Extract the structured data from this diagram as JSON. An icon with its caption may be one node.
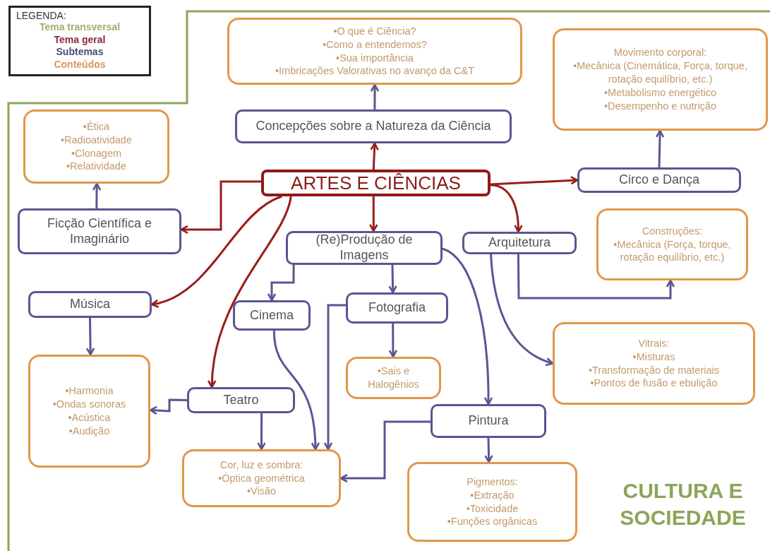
{
  "diagram": {
    "nodes": [
      {
        "text": [
          "•O que é Ciência?",
          "•Como a entendemos?",
          "•Sua importância",
          "•Imbricações Valorativas no avanço da C&T"
        ]
      },
      {
        "text": [
          "Movimento corporal:",
          "•Mecânica (Cinemática, Força, torque, rotação equilíbrio, etc.)",
          "•Metabolismo energético",
          "•Desempenho e nutrição"
        ]
      },
      {
        "text": [
          "•Ética",
          "•Radioatividade",
          "•Clonagem",
          "•Relatividade"
        ]
      },
      {
        "text": [
          "Concepções sobre a Natureza da Ciência"
        ]
      },
      {
        "text": [
          "ARTES E CIÊNCIAS"
        ]
      },
      {
        "text": [
          "Circo e Dança"
        ]
      },
      {
        "text": [
          "Ficção Científica e Imaginário"
        ]
      },
      {
        "text": [
          "(Re)Produção de Imagens"
        ]
      },
      {
        "text": [
          "Arquitetura"
        ]
      },
      {
        "text": [
          "Construções:",
          "•Mecânica (Força, torque, rotação equilíbrio, etc.)"
        ]
      },
      {
        "text": [
          "Música"
        ]
      },
      {
        "text": [
          "Cinema"
        ]
      },
      {
        "text": [
          "Fotografia"
        ]
      },
      {
        "text": [
          "Vitrais:",
          "•Misturas",
          "•Transformação de materiais",
          "•Pontos de fusão e ebulição"
        ]
      },
      {
        "text": [
          "•Sais e Halogênios"
        ]
      },
      {
        "text": [
          "•Harmonia",
          "•Ondas sonoras",
          "•Acústica",
          "•Audição"
        ]
      },
      {
        "text": [
          "Teatro"
        ]
      },
      {
        "text": [
          "Pintura"
        ]
      },
      {
        "text": [
          "Cor, luz e sombra:",
          "•Óptica geométrica",
          "•Visão"
        ]
      },
      {
        "text": [
          "Pigmentos:",
          "•Extração",
          "•Toxicidade",
          "•Funções orgânicas"
        ]
      }
    ],
    "edges": [
      {
        "from": 4,
        "to": 3,
        "arrow": "to",
        "color": "#9b1c1c"
      },
      {
        "from": 4,
        "to": 5,
        "arrow": "to",
        "color": "#9b1c1c"
      },
      {
        "from": 4,
        "to": 6,
        "arrow": "to",
        "color": "#9b1c1c"
      },
      {
        "from": 4,
        "to": 7,
        "arrow": "to",
        "color": "#9b1c1c"
      },
      {
        "from": 4,
        "to": 8,
        "arrow": "to",
        "color": "#9b1c1c"
      },
      {
        "from": 4,
        "to": 10,
        "arrow": "to",
        "color": "#9b1c1c"
      },
      {
        "from": 4,
        "to": 16,
        "arrow": "to",
        "color": "#9b1c1c"
      },
      {
        "from": 3,
        "to": 0,
        "arrow": "to"
      },
      {
        "from": 5,
        "to": 1,
        "arrow": "to"
      },
      {
        "from": 6,
        "to": 2,
        "arrow": "to"
      },
      {
        "from": 7,
        "to": 11,
        "arrow": "to"
      },
      {
        "from": 7,
        "to": 12,
        "arrow": "to"
      },
      {
        "from": 7,
        "to": 17,
        "arrow": "to"
      },
      {
        "from": 8,
        "to": 9,
        "arrow": "to"
      },
      {
        "from": 8,
        "to": 13,
        "arrow": "to"
      },
      {
        "from": 10,
        "to": 15,
        "arrow": "to"
      },
      {
        "from": 16,
        "to": 15,
        "arrow": "to"
      },
      {
        "from": 16,
        "to": 18,
        "arrow": "to"
      },
      {
        "from": 11,
        "to": 18,
        "arrow": "to"
      },
      {
        "from": 12,
        "to": 18,
        "arrow": "to"
      },
      {
        "from": 12,
        "to": 14,
        "arrow": "to"
      },
      {
        "from": 17,
        "to": 18,
        "arrow": "to"
      },
      {
        "from": 17,
        "to": 19,
        "arrow": "to"
      }
    ],
    "labels": [
      "LEGENDA:",
      "CULTURA E SOCIEDADE"
    ],
    "legend": [
      {
        "text": "Tema transversal",
        "color": "#9bb36b"
      },
      {
        "text": "Tema geral",
        "color": "#8c2a3a"
      },
      {
        "text": "Subtemas",
        "color": "#4c4a7a"
      },
      {
        "text": "Conteúdos",
        "color": "#d9955a"
      }
    ]
  }
}
